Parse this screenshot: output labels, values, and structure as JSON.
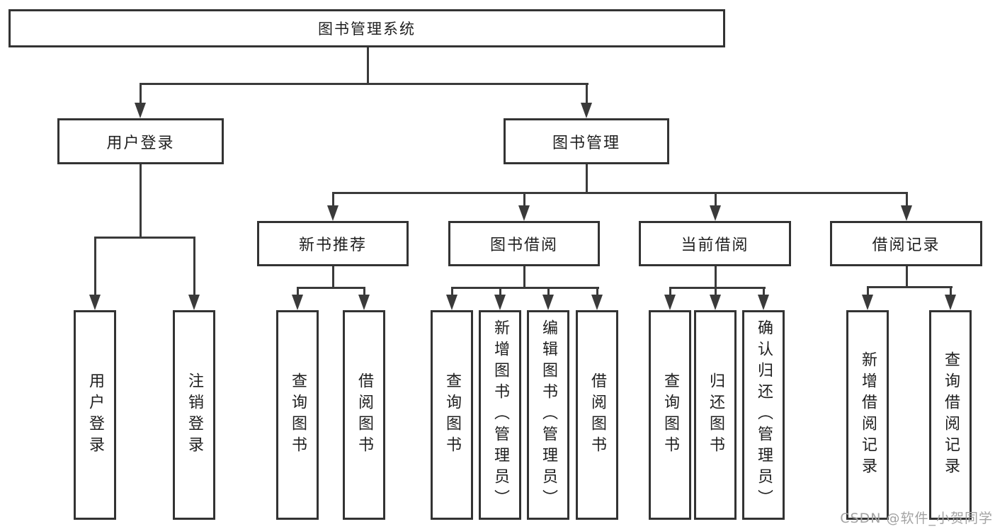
{
  "diagram": {
    "root": "图书管理系统",
    "level2": [
      "用户登录",
      "图书管理"
    ],
    "level3": [
      "新书推荐",
      "图书借阅",
      "当前借阅",
      "借阅记录"
    ],
    "leaves": [
      "用户登录",
      "注销登录",
      "查询图书",
      "借阅图书",
      "查询图书",
      "新增图书（管理员）",
      "编辑图书（管理员）",
      "借阅图书",
      "查询图书",
      "归还图书",
      "确认归还（管理员）",
      "新增借阅记录",
      "查询借阅记录"
    ]
  },
  "watermark": {
    "text": "CSDN @软件_小贺同学"
  },
  "colors": {
    "line": "#3a3a3a",
    "border": "#333333",
    "text": "#1f1f1f",
    "background": "#ffffff",
    "watermark": "#a3a3a3"
  }
}
